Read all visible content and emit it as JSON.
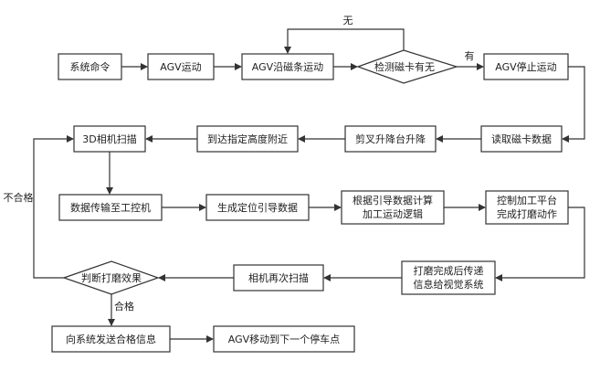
{
  "nodes": {
    "system_command": "系统命令",
    "agv_move": "AGV运动",
    "agv_follow_strip": "AGV沿磁条运动",
    "detect_card": "检测磁卡有无",
    "agv_stop": "AGV停止运动",
    "read_card": "读取磁卡数据",
    "lift_platform": "剪叉升降台升降",
    "reach_height": "到达指定高度附近",
    "camera_scan": "3D相机扫描",
    "data_transfer": "数据传输至工控机",
    "generate_path": "生成定位引导数据",
    "compute_logic_1": "根据引导数据计算",
    "compute_logic_2": "加工运动逻辑",
    "control_platform_1": "控制加工平台",
    "control_platform_2": "完成打磨动作",
    "send_info_1": "打磨完成后传递",
    "send_info_2": "信息给视觉系统",
    "rescan": "相机再次扫描",
    "judge_result": "判断打磨效果",
    "send_pass": "向系统发送合格信息",
    "agv_next": "AGV移动到下一个停车点"
  },
  "edge_labels": {
    "no": "无",
    "yes": "有",
    "fail": "不合格",
    "pass": "合格"
  }
}
